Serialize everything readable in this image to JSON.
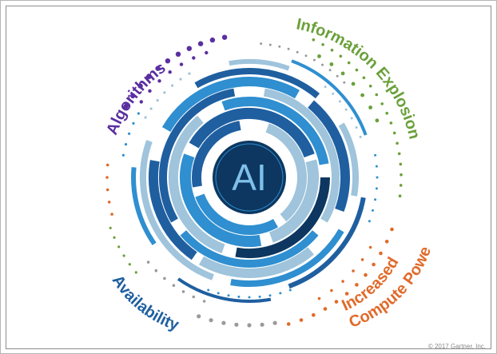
{
  "center_label": "AI",
  "labels": {
    "algorithms": "Algorithms",
    "information_explosion": "Information Explosion",
    "increased": "Increased",
    "compute_power": "Compute Power",
    "availability": "Availability"
  },
  "copyright": "© 2017 Gartner, Inc.",
  "colors": {
    "purple": "#5b2fa0",
    "green": "#6aa03a",
    "orange": "#e06a2a",
    "blue_dark": "#1f5fa0",
    "blue_mid": "#2f8fd0",
    "blue_light": "#9fc4dc",
    "navy": "#0d3760",
    "gray": "#9a9a9a"
  }
}
